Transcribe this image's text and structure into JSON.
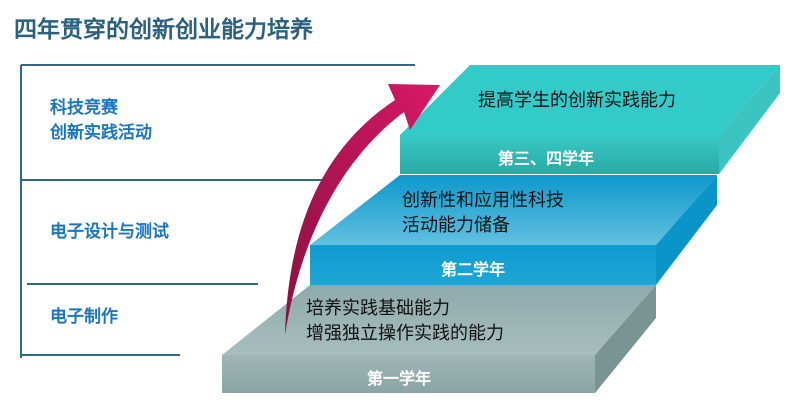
{
  "title": "四年贯穿的创新创业能力培养",
  "left_labels": [
    {
      "lines": [
        "科技竞赛",
        "创新实践活动"
      ]
    },
    {
      "lines": [
        "电子设计与测试"
      ]
    },
    {
      "lines": [
        "电子制作"
      ]
    }
  ],
  "steps": [
    {
      "year": "第一学年",
      "lines": [
        "培养实践基础能力",
        "增强独立操作实践的能力"
      ],
      "color": "#9fb5b5"
    },
    {
      "year": "第二学年",
      "lines": [
        "创新性和应用性科技",
        "活动能力储备"
      ],
      "color": "#1ea6d6"
    },
    {
      "year": "第三、四学年",
      "lines": [
        "提高学生的创新实践能力"
      ],
      "color": "#33cccc"
    }
  ],
  "arrow_color": "#cc1460",
  "line_color": "#2c6a8c"
}
